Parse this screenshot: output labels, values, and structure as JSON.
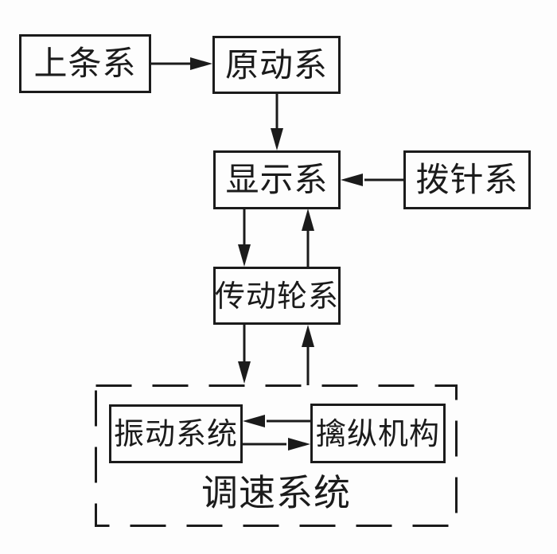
{
  "colors": {
    "ink": "#1b1b1b",
    "background": "#fdfdfd"
  },
  "nodes": {
    "winding_system": {
      "label": "上条系"
    },
    "prime_mover_system": {
      "label": "原动系"
    },
    "display_system": {
      "label": "显示系"
    },
    "hand_setting_system": {
      "label": "拨针系"
    },
    "transmission_gear_train": {
      "label": "传动轮系"
    },
    "vibration_system": {
      "label": "振动系统"
    },
    "escapement_mechanism": {
      "label": "擒纵机构"
    },
    "speed_regulation_group": {
      "label": "调速系统"
    }
  },
  "edges": [
    {
      "from": "上条系",
      "to": "原动系",
      "direction": "right"
    },
    {
      "from": "原动系",
      "to": "显示系",
      "direction": "down"
    },
    {
      "from": "拨针系",
      "to": "显示系",
      "direction": "left"
    },
    {
      "from": "显示系",
      "to": "传动轮系",
      "direction": "down"
    },
    {
      "from": "传动轮系",
      "to": "显示系",
      "direction": "up"
    },
    {
      "from": "传动轮系",
      "to": "调速系统",
      "direction": "down"
    },
    {
      "from": "调速系统",
      "to": "传动轮系",
      "direction": "up"
    },
    {
      "from": "擒纵机构",
      "to": "振动系统",
      "direction": "left"
    },
    {
      "from": "振动系统",
      "to": "擒纵机构",
      "direction": "right"
    }
  ]
}
